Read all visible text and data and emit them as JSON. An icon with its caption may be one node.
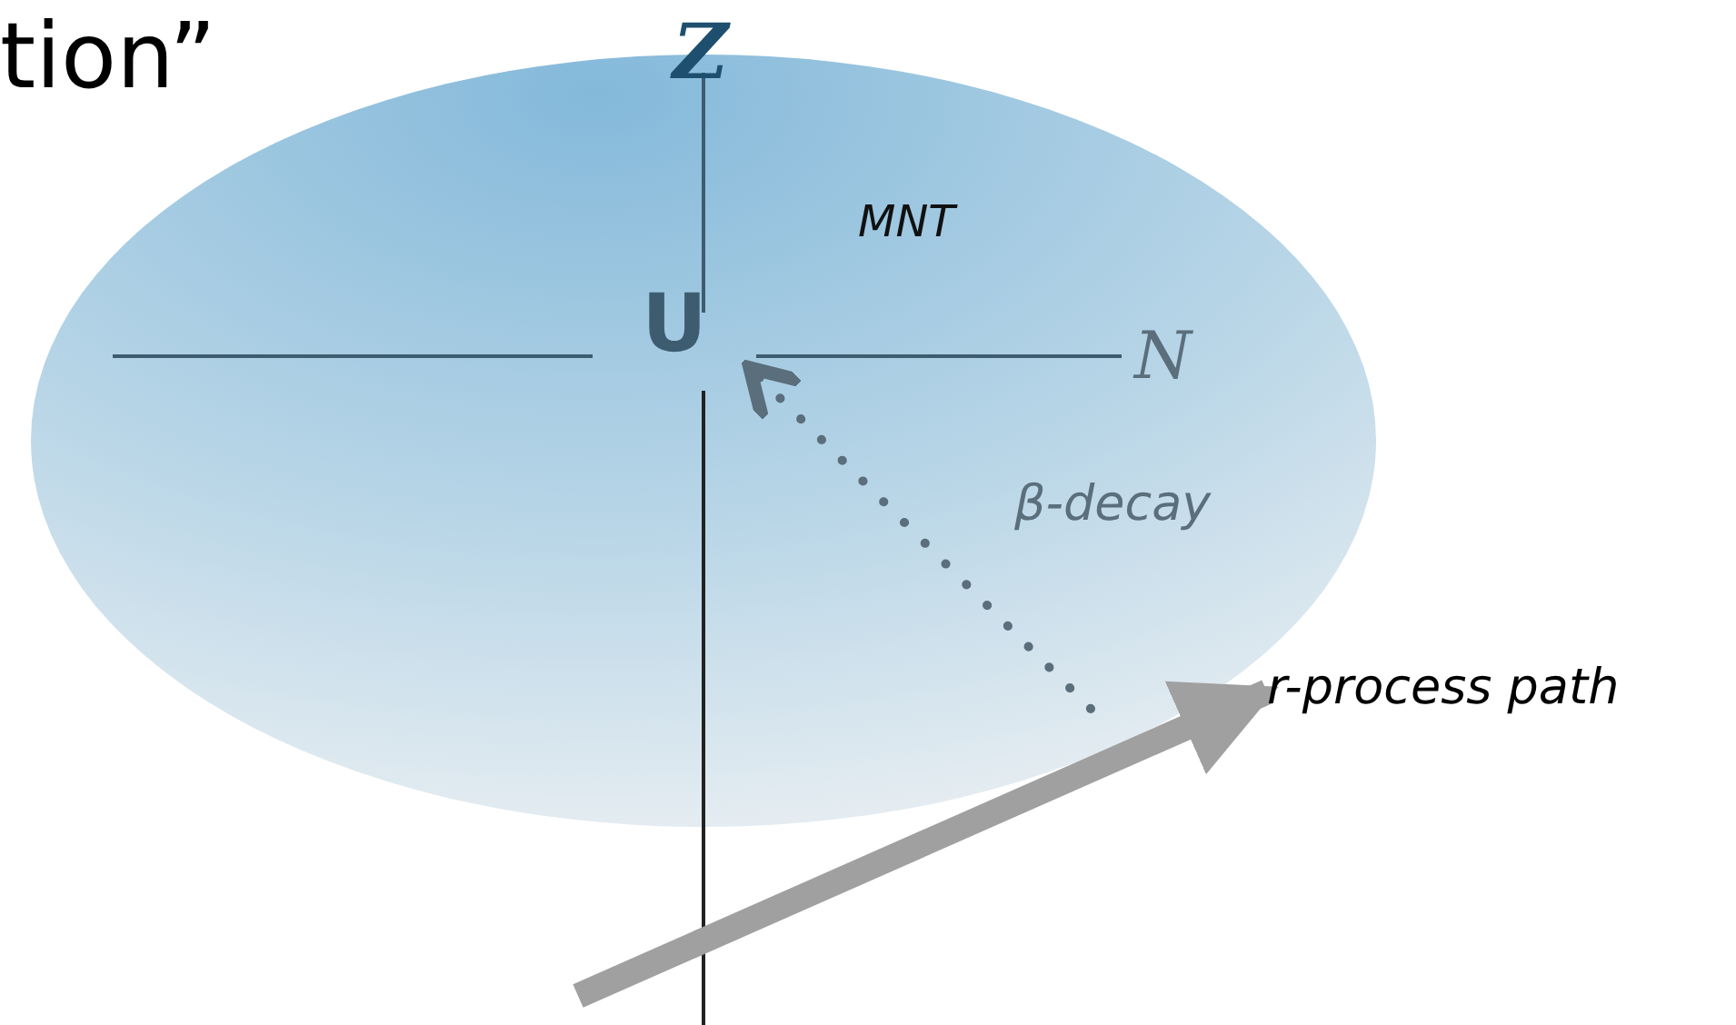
{
  "diagram": {
    "nodes": [
      {
        "text": [
          "MNT"
        ]
      },
      {
        "text": [
          "U"
        ],
        "in": 0
      },
      {
        "text": [
          "r-process path"
        ]
      }
    ],
    "edges": [
      {
        "from": null,
        "to": 1,
        "arrow": "to",
        "label": "β-decay",
        "style": "dashed",
        "color": "#5a6e7c"
      },
      {
        "from": null,
        "to": 2,
        "arrow": "to",
        "style": "thick",
        "color": "#a0a0a0"
      }
    ],
    "labels": [
      "tion”",
      "Z",
      "N"
    ]
  }
}
